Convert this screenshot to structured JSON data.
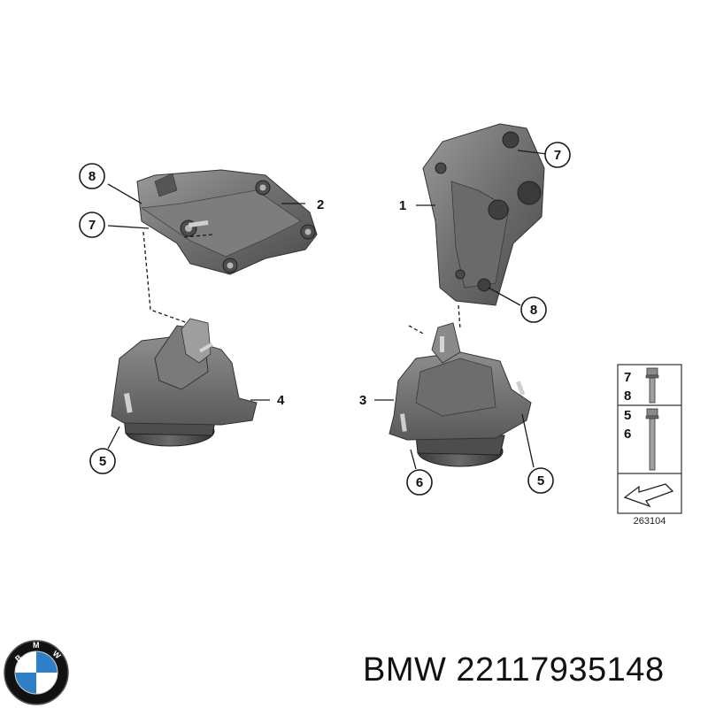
{
  "callouts": {
    "part1": "1",
    "part2": "2",
    "part3": "3",
    "part4": "4",
    "left_top_8": "8",
    "left_top_7": "7",
    "right_top_7": "7",
    "right_mid_8": "8",
    "left_bottom_5": "5",
    "right_bottom_6": "6",
    "right_bottom_5": "5"
  },
  "legend": {
    "row1_top": "7",
    "row1_bottom": "8",
    "row2_top": "5",
    "row2_bottom": "6"
  },
  "reference_code": "263104",
  "caption": "BMW 22117935148",
  "logo": {
    "text": "BMW",
    "colors": {
      "blue": "#2f7fc8",
      "white": "#ffffff",
      "black": "#000000"
    }
  }
}
